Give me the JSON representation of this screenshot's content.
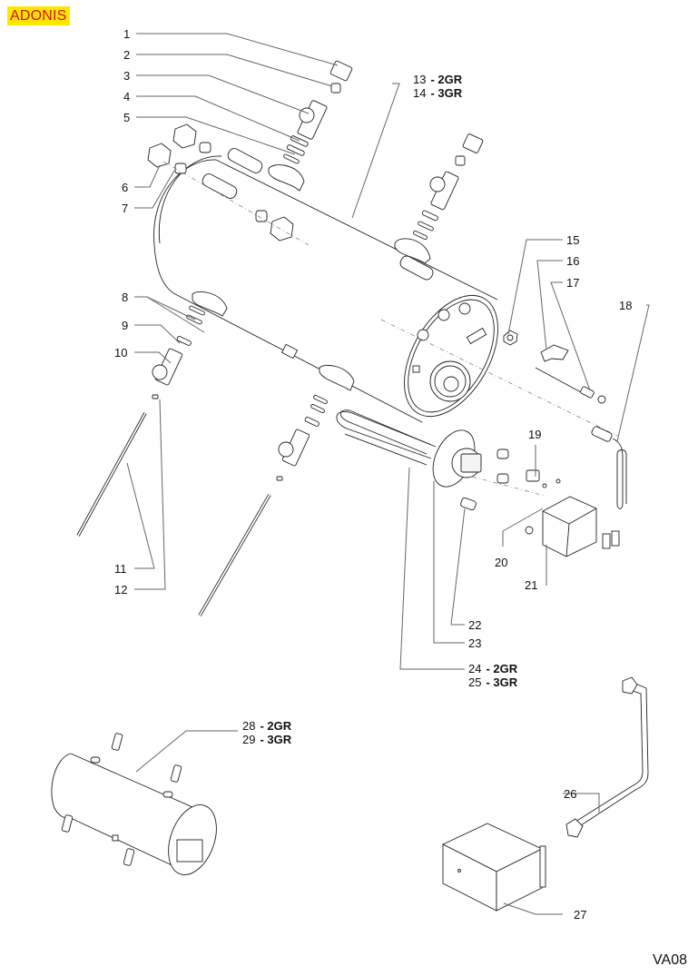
{
  "header": {
    "model_badge": "ADONIS"
  },
  "footer": {
    "drawing_code": "VA08"
  },
  "callouts": [
    {
      "id": "c1",
      "number": "1",
      "suffix": ""
    },
    {
      "id": "c2",
      "number": "2",
      "suffix": ""
    },
    {
      "id": "c3",
      "number": "3",
      "suffix": ""
    },
    {
      "id": "c4",
      "number": "4",
      "suffix": ""
    },
    {
      "id": "c5",
      "number": "5",
      "suffix": ""
    },
    {
      "id": "c6",
      "number": "6",
      "suffix": ""
    },
    {
      "id": "c7",
      "number": "7",
      "suffix": ""
    },
    {
      "id": "c8",
      "number": "8",
      "suffix": ""
    },
    {
      "id": "c9",
      "number": "9",
      "suffix": ""
    },
    {
      "id": "c10",
      "number": "10",
      "suffix": ""
    },
    {
      "id": "c11",
      "number": "11",
      "suffix": ""
    },
    {
      "id": "c12",
      "number": "12",
      "suffix": ""
    },
    {
      "id": "c13",
      "number": "13",
      "suffix": "- 2GR"
    },
    {
      "id": "c14",
      "number": "14",
      "suffix": "- 3GR"
    },
    {
      "id": "c15",
      "number": "15",
      "suffix": ""
    },
    {
      "id": "c16",
      "number": "16",
      "suffix": ""
    },
    {
      "id": "c17",
      "number": "17",
      "suffix": ""
    },
    {
      "id": "c18",
      "number": "18",
      "suffix": ""
    },
    {
      "id": "c19",
      "number": "19",
      "suffix": ""
    },
    {
      "id": "c20",
      "number": "20",
      "suffix": ""
    },
    {
      "id": "c21",
      "number": "21",
      "suffix": ""
    },
    {
      "id": "c22",
      "number": "22",
      "suffix": ""
    },
    {
      "id": "c23",
      "number": "23",
      "suffix": ""
    },
    {
      "id": "c24",
      "number": "24",
      "suffix": "- 2GR"
    },
    {
      "id": "c25",
      "number": "25",
      "suffix": "- 3GR"
    },
    {
      "id": "c26",
      "number": "26",
      "suffix": ""
    },
    {
      "id": "c27",
      "number": "27",
      "suffix": ""
    },
    {
      "id": "c28",
      "number": "28",
      "suffix": "- 2GR"
    },
    {
      "id": "c29",
      "number": "29",
      "suffix": "- 3GR"
    }
  ],
  "parts": [
    {
      "name": "boiler-cylinder",
      "icon": "boiler-icon"
    },
    {
      "name": "heating-element",
      "icon": "heating-element-icon"
    },
    {
      "name": "junction-box",
      "icon": "box-icon"
    },
    {
      "name": "level-probe",
      "icon": "probe-icon"
    },
    {
      "name": "pressure-switch",
      "icon": "box-icon"
    },
    {
      "name": "connecting-pipe",
      "icon": "pipe-icon"
    },
    {
      "name": "assembled-boiler",
      "icon": "boiler-icon"
    }
  ]
}
